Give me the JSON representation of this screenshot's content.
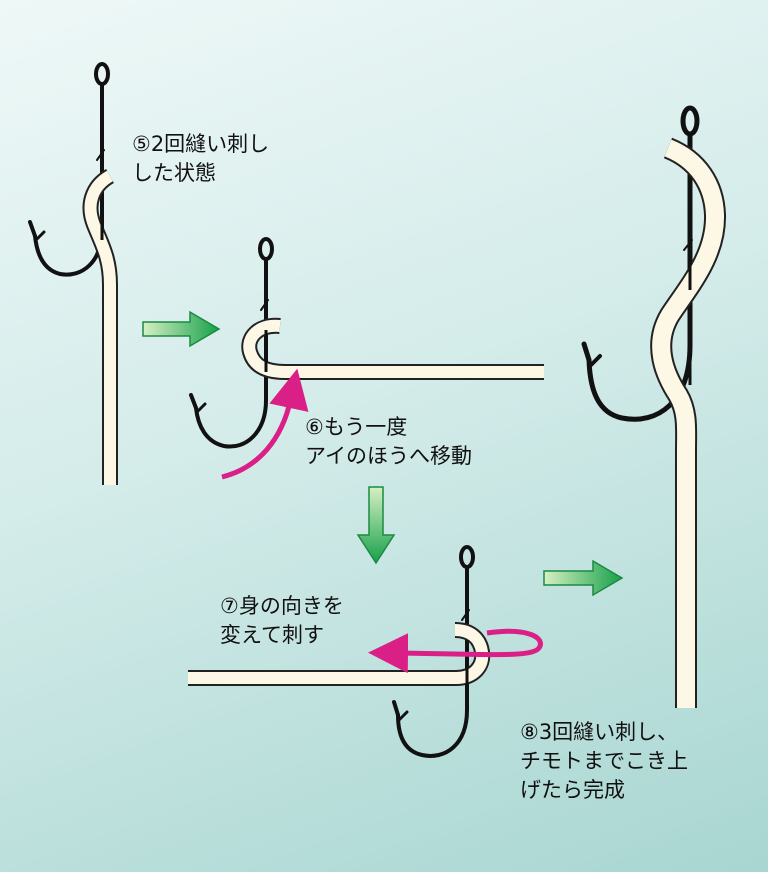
{
  "steps": [
    {
      "lines": [
        "⑤2回縫い刺し",
        "した状態"
      ]
    },
    {
      "lines": [
        "⑥もう一度",
        "アイのほうへ移動"
      ]
    },
    {
      "lines": [
        "⑦身の向きを",
        "変えて刺す"
      ]
    },
    {
      "lines": [
        "⑧3回縫い刺し、",
        "チモトまでこき上",
        "げたら完成"
      ]
    }
  ],
  "colors": {
    "background_light": "#eef8f7",
    "background_dark": "#a8d6d1",
    "hook": "#111111",
    "bait": "#fdf7e6",
    "bait_outline": "#222222",
    "direction_arrow": "#da1f86",
    "flow_arrow_light": "#d6f0c4",
    "flow_arrow_dark": "#17a04a"
  },
  "icons": [
    "fishing-hook-icon",
    "bait-strip-icon",
    "flow-arrow-icon",
    "motion-arrow-icon"
  ]
}
